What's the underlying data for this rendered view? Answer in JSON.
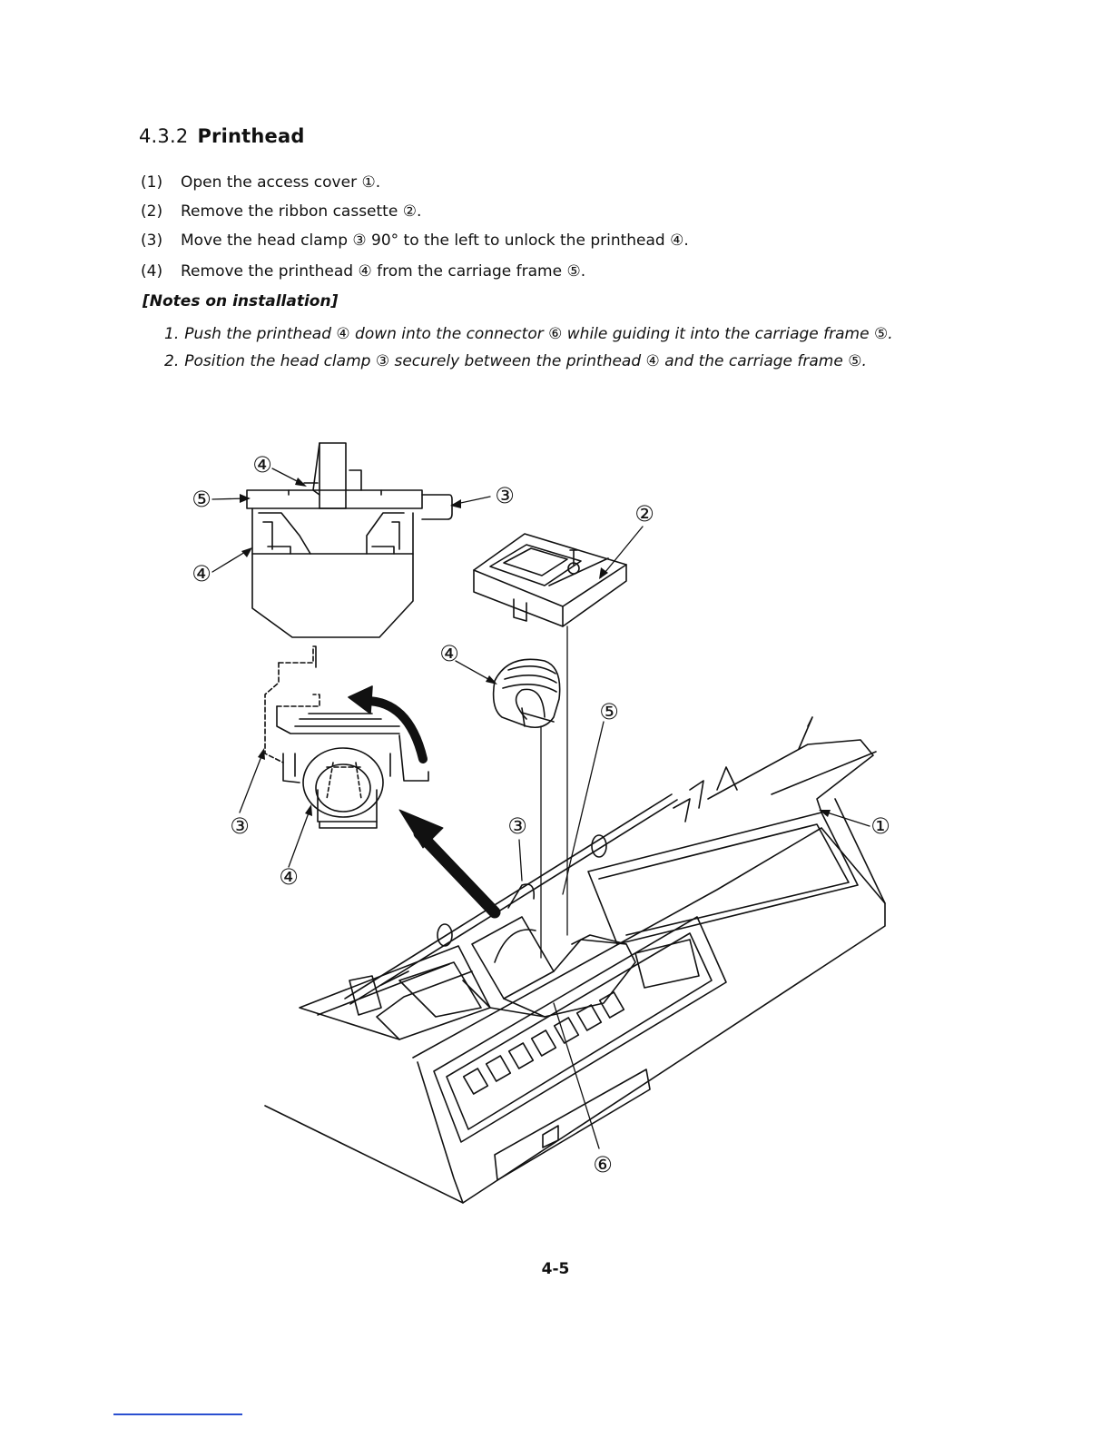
{
  "section": {
    "number": "4.3.2",
    "title": "Printhead"
  },
  "steps": [
    {
      "num": "(1)",
      "text": "Open the access cover ①."
    },
    {
      "num": "(2)",
      "text": "Remove the ribbon cassette ②."
    },
    {
      "num": "(3)",
      "text": "Move the head clamp ③ 90° to the left to unlock the printhead ④."
    },
    {
      "num": "(4)",
      "text": "Remove the printhead ④ from the carriage frame ⑤."
    }
  ],
  "notes": {
    "title": "[Notes on installation]",
    "items": [
      {
        "num": "1.",
        "text": "Push the printhead ④ down into the connector ⑥ while guiding it into the carriage frame ⑤."
      },
      {
        "num": "2.",
        "text": "Position the head clamp ③ securely between the printhead ④ and the carriage frame ⑤."
      }
    ]
  },
  "figure": {
    "callouts": {
      "c1": "①",
      "c2": "②",
      "c3": "③",
      "c4": "④",
      "c5": "⑤",
      "c6": "⑥"
    }
  },
  "page_number": "4-5",
  "colors": {
    "ink": "#111111",
    "footer_rule": "#2a4fd0"
  }
}
